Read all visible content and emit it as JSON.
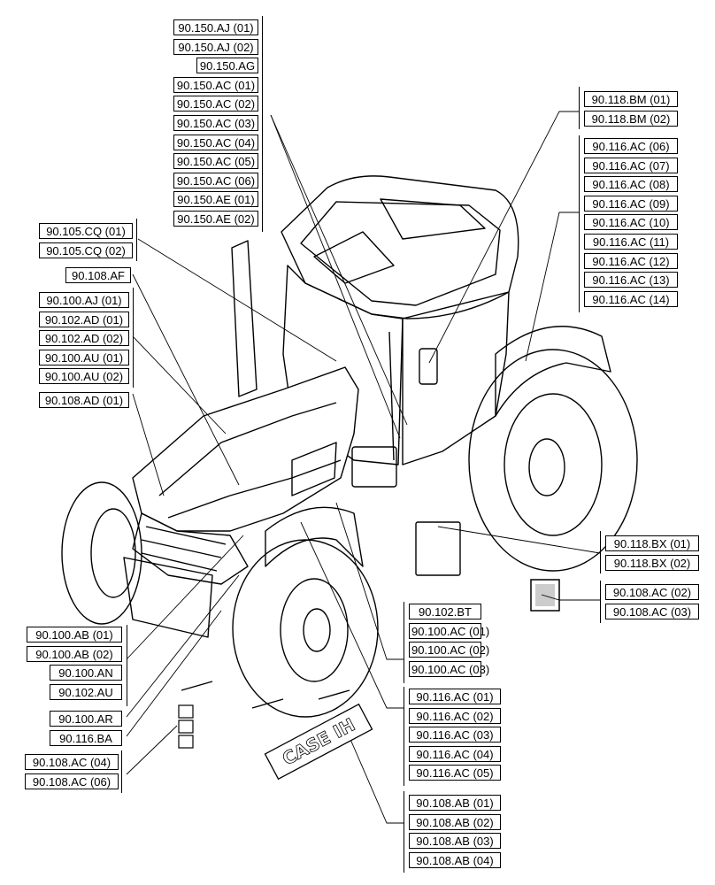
{
  "label_groups": {
    "top_center": [
      "90.150.AJ (01)",
      "90.150.AJ (02)",
      "90.150.AG",
      "90.150.AC (01)",
      "90.150.AC (02)",
      "90.150.AC (03)",
      "90.150.AC (04)",
      "90.150.AC (05)",
      "90.150.AC (06)",
      "90.150.AE (01)",
      "90.150.AE (02)"
    ],
    "top_right_mirror": [
      "90.118.BM (01)",
      "90.118.BM (02)"
    ],
    "right_fender": [
      "90.116.AC (06)",
      "90.116.AC (07)",
      "90.116.AC (08)",
      "90.116.AC (09)",
      "90.116.AC (10)",
      "90.116.AC (11)",
      "90.116.AC (12)",
      "90.116.AC (13)",
      "90.116.AC (14)"
    ],
    "left_cq": [
      "90.105.CQ (01)",
      "90.105.CQ (02)"
    ],
    "left_af": [
      "90.108.AF"
    ],
    "left_hood": [
      "90.100.AJ (01)",
      "90.102.AD (01)",
      "90.102.AD (02)",
      "90.100.AU (01)",
      "90.100.AU (02)"
    ],
    "left_ad": [
      "90.108.AD (01)"
    ],
    "right_steps": [
      "90.118.BX (01)",
      "90.118.BX (02)"
    ],
    "right_decal": [
      "90.108.AC (02)",
      "90.108.AC (03)"
    ],
    "center_bt": [
      "90.102.BT",
      "90.100.AC (01)",
      "90.100.AC (02)",
      "90.100.AC (03)"
    ],
    "center_fender": [
      "90.116.AC (01)",
      "90.116.AC (02)",
      "90.116.AC (03)",
      "90.116.AC (04)",
      "90.116.AC (05)"
    ],
    "center_logo": [
      "90.108.AB (01)",
      "90.108.AB (02)",
      "90.108.AB (03)",
      "90.108.AB (04)"
    ],
    "left_front": [
      "90.100.AB (01)",
      "90.100.AB (02)",
      "90.100.AN",
      "90.102.AU"
    ],
    "left_ar": [
      "90.100.AR"
    ],
    "left_ba": [
      "90.116.BA"
    ],
    "left_decal": [
      "90.108.AC (04)",
      "90.108.AC (06)"
    ]
  },
  "logo_text": "CASE IH"
}
